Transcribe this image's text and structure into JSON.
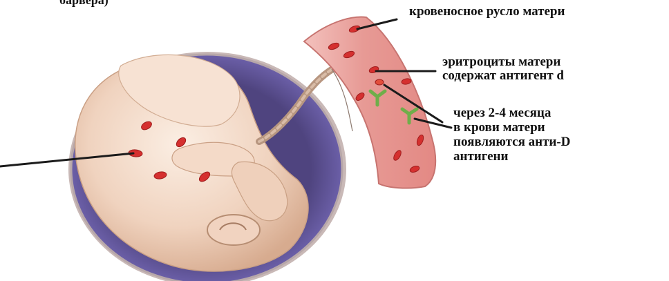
{
  "labels": {
    "top_left_fragment": "барвера)",
    "bloodstream": "кровеносное русло матери",
    "rbc_line1": "эритроциты матери",
    "rbc_line2": "содержат антигент d",
    "anti_d_line1": "через 2-4 месяца",
    "anti_d_line2": " в крови матери",
    "anti_d_line3": "появляются анти-D",
    "anti_d_line4": "антигени"
  },
  "colors": {
    "vessel": "#e79a95",
    "red_cell": "#d5302f",
    "antibody": "#6fae4a",
    "amniotic_sac": "#5b4d93",
    "fetus_skin": "#f2d6c2"
  }
}
